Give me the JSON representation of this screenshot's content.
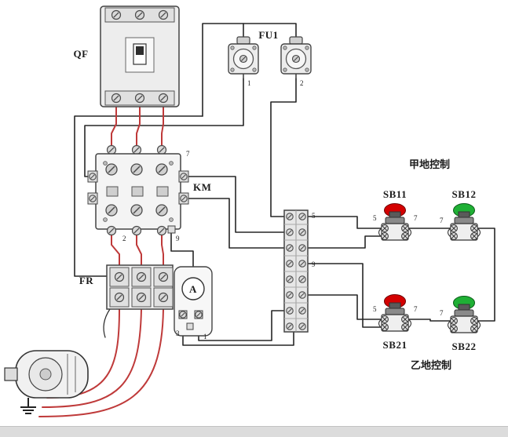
{
  "labels": {
    "qf": "QF",
    "fu1": "FU1",
    "km": "KM",
    "fr": "FR",
    "ammeter": "A",
    "site_a": "甲地控制",
    "site_b": "乙地控制",
    "sb11": "SB11",
    "sb12": "SB12",
    "sb21": "SB21",
    "sb22": "SB22"
  },
  "terminals": {
    "fuse1": "1",
    "fuse2": "2",
    "km_top_right": "7",
    "km_bottom_left": "2",
    "km_bottom_right": "9",
    "block_top": "5",
    "block_mid": "9",
    "meter_left": "3",
    "meter_right": "1",
    "sb11_left": "5",
    "sb11_right": "7",
    "sb12_left": "7",
    "sb21_left": "5",
    "sb21_right": "7",
    "sb22_left": "7"
  },
  "colors": {
    "power_wire": "#bf3a3a",
    "control_wire": "#262626",
    "red_button": "#d40000",
    "green_button": "#1fb035"
  }
}
